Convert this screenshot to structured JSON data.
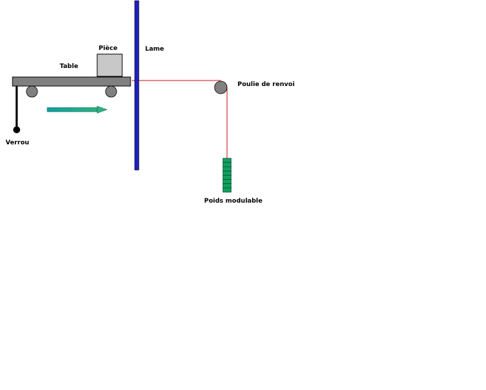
{
  "labels": {
    "table": "Table",
    "piece": "Pièce",
    "lame": "Lame",
    "poulie": "Poulie de renvoi",
    "verrou": "Verrou",
    "poids": "Poids modulable"
  },
  "colors": {
    "table": "#808080",
    "piece": "#c8c8c8",
    "wheel": "#808080",
    "lame": "#2020c0",
    "cable": "#d01010",
    "arrow": "#20a080",
    "weight": "#10a060",
    "verrou": "#000000"
  },
  "weight_segments": 8
}
